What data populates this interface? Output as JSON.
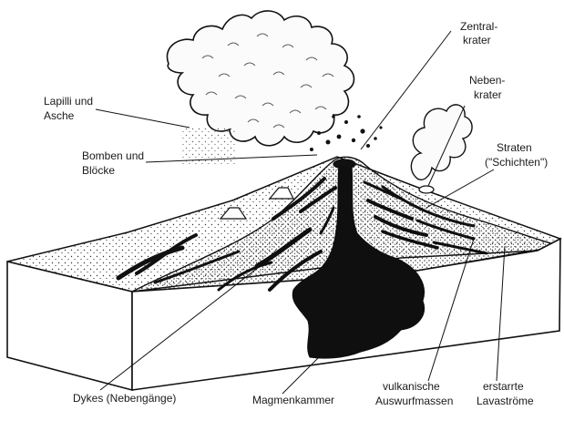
{
  "labels": {
    "central_crater": [
      "Zentral-",
      "krater"
    ],
    "side_crater": [
      "Neben-",
      "krater"
    ],
    "lapilli_ash": [
      "Lapilli und",
      "Asche"
    ],
    "bombs_blocks": [
      "Bomben und",
      "Blöcke"
    ],
    "strata": [
      "Straten",
      "(\"Schichten\")"
    ],
    "dykes": "Dykes (Nebengänge)",
    "magma_chamber": "Magmenkammer",
    "pyroclastics": [
      "vulkanische",
      "Auswurfmassen"
    ],
    "lava_flows": [
      "erstarrte",
      "Lavaströme"
    ]
  },
  "colors": {
    "ink": "#111111",
    "paper": "#ffffff"
  }
}
